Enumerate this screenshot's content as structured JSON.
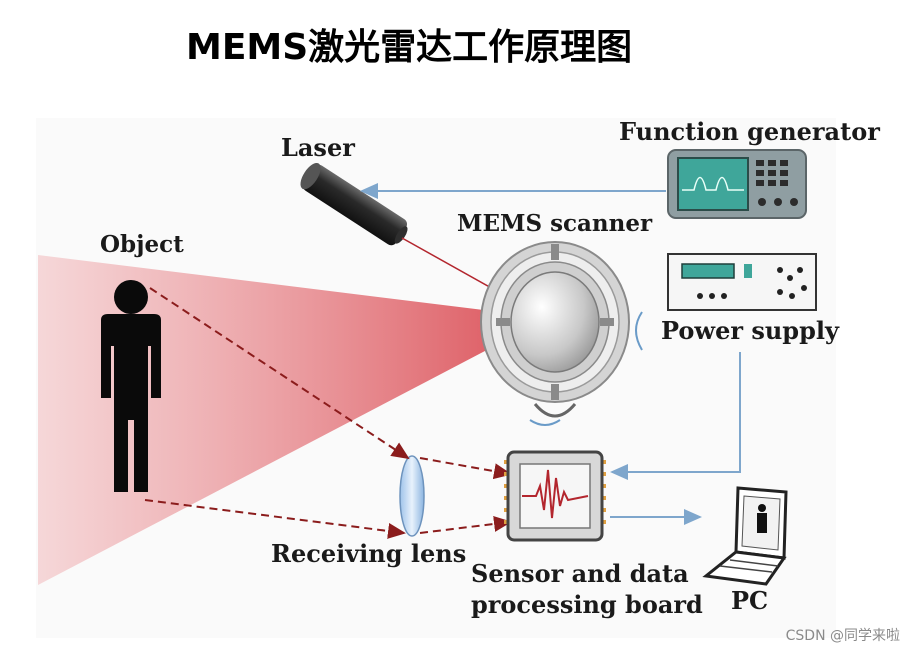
{
  "title": "MEMS激光雷达工作原理图",
  "labels": {
    "laser": "Laser",
    "function_generator": "Function generator",
    "object": "Object",
    "mems_scanner": "MEMS scanner",
    "power_supply": "Power supply",
    "receiving_lens": "Receiving lens",
    "sensor_line1": "Sensor and data",
    "sensor_line2": "processing board",
    "pc": "PC"
  },
  "watermark": "CSDN @同学来啦",
  "colors": {
    "beam": "#d9464e",
    "arrow_blue": "#7ea6cc",
    "dashed_path": "#8b1c1c",
    "screen_green": "#3fa69a"
  }
}
